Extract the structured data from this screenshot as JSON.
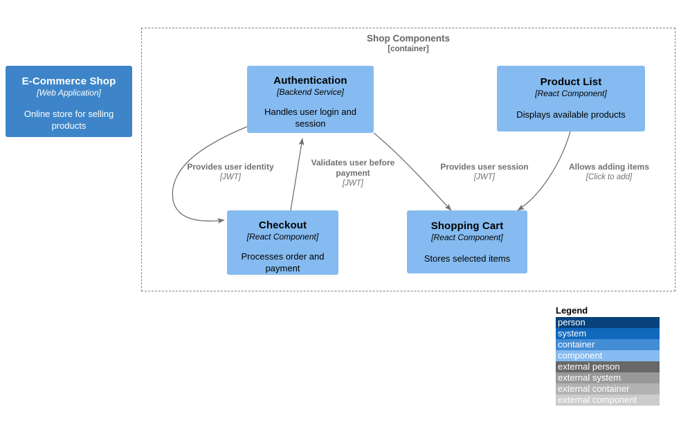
{
  "diagram": {
    "boundary": {
      "title": "Shop Components",
      "subtitle": "[container]"
    },
    "nodes": [
      {
        "id": "ecommerce-shop",
        "name": "E-Commerce Shop",
        "type": "[Web  Application]",
        "description": "Online store for selling products",
        "kind": "system",
        "fill": "#3d85c8",
        "text_color": "#ffffff"
      },
      {
        "id": "authentication",
        "name": "Authentication",
        "type": "[Backend Service]",
        "description": "Handles user login and session",
        "kind": "component",
        "fill": "#85bbf0",
        "text_color": "#000000"
      },
      {
        "id": "product-list",
        "name": "Product List",
        "type": "[React  Component]",
        "description": "Displays available products",
        "kind": "component",
        "fill": "#85bbf0",
        "text_color": "#000000"
      },
      {
        "id": "checkout",
        "name": "Checkout",
        "type": "[React   Component]",
        "description": "Processes order and payment",
        "kind": "component",
        "fill": "#85bbf0",
        "text_color": "#000000"
      },
      {
        "id": "shopping-cart",
        "name": "Shopping   Cart",
        "type": "[React  Component]",
        "description": "Stores selected items",
        "kind": "component",
        "fill": "#85bbf0",
        "text_color": "#000000"
      }
    ],
    "relationships": [
      {
        "id": "auth-to-checkout",
        "from": "authentication",
        "to": "checkout",
        "label": "Provides  user  identity",
        "technology": "[JWT]"
      },
      {
        "id": "checkout-to-auth",
        "from": "checkout",
        "to": "authentication",
        "label": "Validates  user  before payment",
        "technology": "[JWT]"
      },
      {
        "id": "auth-to-cart",
        "from": "authentication",
        "to": "shopping-cart",
        "label": "Provides  user session",
        "technology": "[JWT]"
      },
      {
        "id": "productlist-to-cart",
        "from": "product-list",
        "to": "shopping-cart",
        "label": "Allows  adding  items",
        "technology": "[Click to add]"
      }
    ],
    "edge_color": "#707070"
  },
  "legend": {
    "title": "Legend",
    "rows": [
      {
        "label": "person",
        "fill": "#08427b",
        "text_color": "#ffffff"
      },
      {
        "label": "system",
        "fill": "#1168bd",
        "text_color": "#ffffff"
      },
      {
        "label": "container",
        "fill": "#438dd5",
        "text_color": "#ffffff"
      },
      {
        "label": "component",
        "fill": "#85bbf0",
        "text_color": "#ffffff"
      },
      {
        "label": "external person",
        "fill": "#686868",
        "text_color": "#ffffff"
      },
      {
        "label": "external system",
        "fill": "#999999",
        "text_color": "#ffffff"
      },
      {
        "label": "external container",
        "fill": "#b3b3b3",
        "text_color": "#ffffff"
      },
      {
        "label": "external component",
        "fill": "#cccccc",
        "text_color": "#ffffff"
      }
    ]
  }
}
